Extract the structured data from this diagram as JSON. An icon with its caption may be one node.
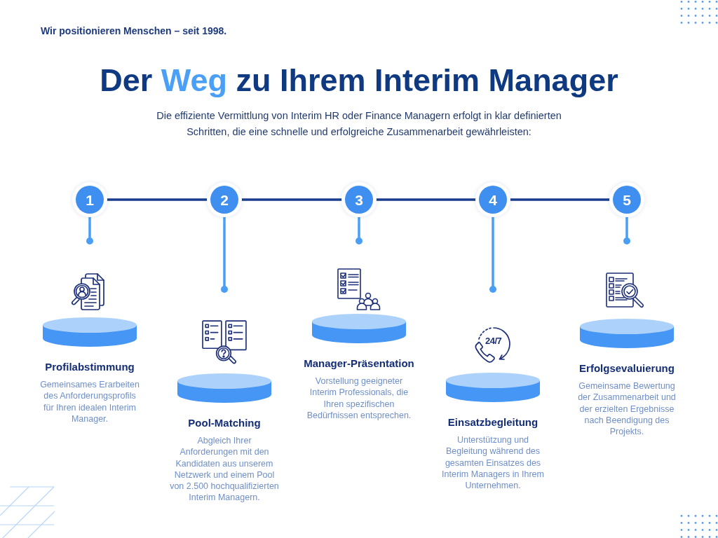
{
  "diagram": {
    "title": "Der **Weg** zu Ihrem Interim Manager",
    "nodes": [
      {
        "text": [
          "1"
        ]
      },
      {
        "text": [
          "2"
        ]
      },
      {
        "text": [
          "3"
        ]
      },
      {
        "text": [
          "4"
        ]
      },
      {
        "text": [
          "5"
        ]
      },
      {
        "text": [
          "Profilabstimmung",
          "Gemeinsames Erarbeiten des Anforderungsprofils für Ihren idealen Interim Manager."
        ]
      },
      {
        "text": [
          "Pool-Matching",
          "Abgleich Ihrer Anforderungen mit den Kandidaten aus unserem Netzwerk und einem Pool von 2.500 hochqualifizierten Interim Managern."
        ]
      },
      {
        "text": [
          "Manager-Präsentation",
          "Vorstellung geeigneter Interim Professionals, die Ihren spezifischen Bedürfnissen entsprechen."
        ]
      },
      {
        "text": [
          "Einsatzbegleitung",
          "Unterstützung und Begleitung während des gesamten Einsatzes des Interim Managers in Ihrem Unternehmen."
        ]
      },
      {
        "text": [
          "Erfolgsevaluierung",
          "Gemeinsame Bewertung der Zusammenarbeit und der erzielten Ergebnisse nach Beendigung des Projekts."
        ]
      }
    ],
    "edges": [
      {
        "from": 0,
        "to": 1,
        "arrow": "none",
        "color": "#1a3d8f"
      },
      {
        "from": 1,
        "to": 2,
        "arrow": "none",
        "color": "#1a3d8f"
      },
      {
        "from": 2,
        "to": 3,
        "arrow": "none",
        "color": "#1a3d8f"
      },
      {
        "from": 3,
        "to": 4,
        "arrow": "none",
        "color": "#1a3d8f"
      },
      {
        "from": 0,
        "to": null,
        "arrow": "other"
      },
      {
        "from": 1,
        "to": null,
        "arrow": "other"
      },
      {
        "from": 2,
        "to": null,
        "arrow": "other"
      },
      {
        "from": 3,
        "to": null,
        "arrow": "other"
      },
      {
        "from": 4,
        "to": null,
        "arrow": "other"
      }
    ],
    "labels": [
      "Wir positionieren Menschen – seit 1998.",
      "Die effiziente Vermittlung von Interim HR oder Finance Managern erfolgt in klar definierten Schritten, die eine schnelle und erfolgreiche Zusammenarbeit gewährleisten:",
      "24/7"
    ]
  }
}
